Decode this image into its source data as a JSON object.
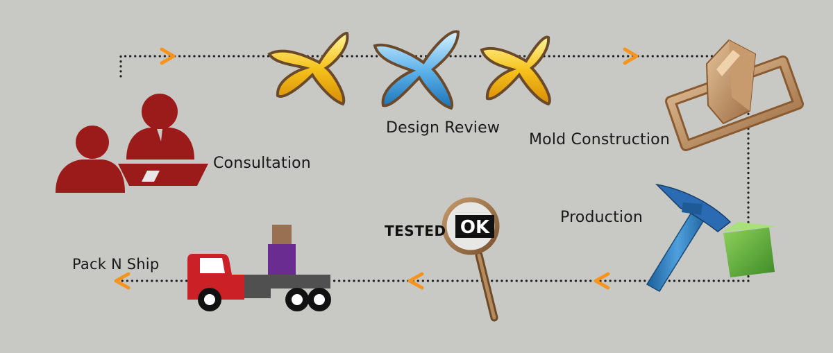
{
  "steps": {
    "consultation": "Consultation",
    "design_review": "Design Review",
    "mold_construction": "Mold Construction",
    "production": "Production",
    "pack_n_ship": "Pack N Ship"
  },
  "stamp": {
    "tested": "TESTED",
    "ok": "OK"
  },
  "colors": {
    "background": "#c8c9c4",
    "path_dots": "#222222",
    "arrow": "#f7941d",
    "people": "#9b1b1b",
    "truck_cab": "#cc2027",
    "cargo": "#6b2c91",
    "hammer_head": "#2b6bb3",
    "cube": "#5aac3a",
    "mold": "#b98a5c"
  },
  "icons": [
    "people-icon",
    "design-star-icon",
    "mold-icon",
    "hammer-icon",
    "magnifier-icon",
    "truck-icon"
  ]
}
